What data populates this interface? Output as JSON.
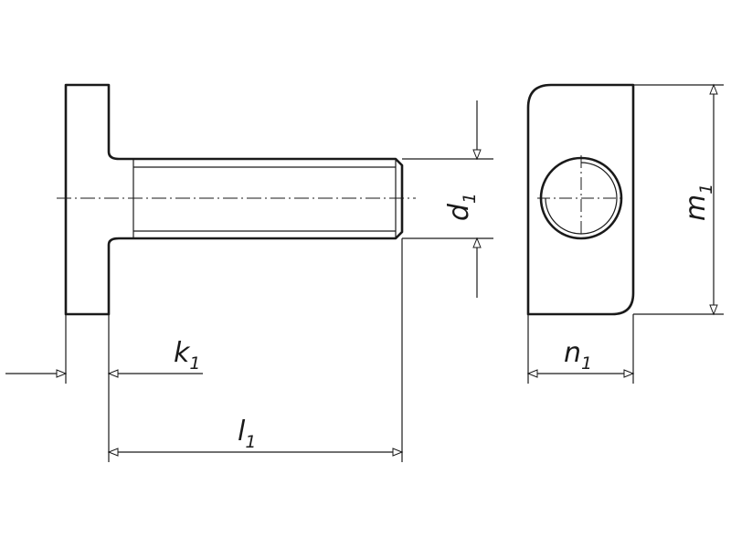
{
  "colors": {
    "background": "#ffffff",
    "line": "#1a1a1a"
  },
  "labels": {
    "k": {
      "main": "k",
      "sub": "1"
    },
    "l": {
      "main": "l",
      "sub": "1"
    },
    "d": {
      "main": "d",
      "sub": "1"
    },
    "m": {
      "main": "m",
      "sub": "1"
    },
    "n": {
      "main": "n",
      "sub": "1"
    }
  }
}
